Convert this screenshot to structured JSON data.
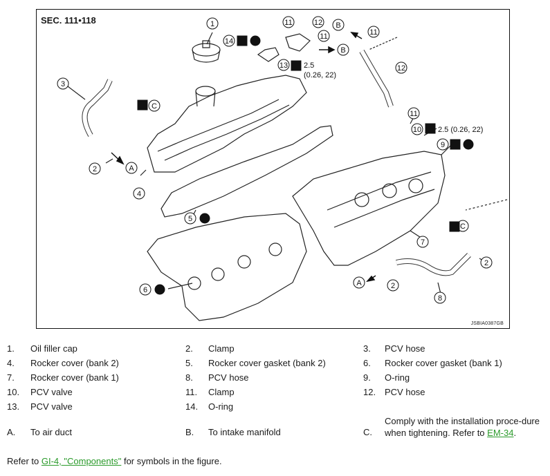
{
  "figure": {
    "section": "SEC. 111•118",
    "code": "JSBIA0387GB",
    "callouts": [
      "1",
      "2",
      "3",
      "4",
      "5",
      "6",
      "7",
      "8",
      "9",
      "10",
      "11",
      "12",
      "13",
      "14"
    ],
    "letters": [
      "A",
      "B",
      "C"
    ],
    "torque_1": "2.5",
    "torque_1_sub": "(0.26, 22)",
    "torque_2": "2.5 (0.26, 22)"
  },
  "legend": {
    "rows": [
      [
        {
          "n": "1.",
          "t": "Oil filler cap"
        },
        {
          "n": "2.",
          "t": "Clamp"
        },
        {
          "n": "3.",
          "t": "PCV hose"
        }
      ],
      [
        {
          "n": "4.",
          "t": "Rocker cover (bank 2)"
        },
        {
          "n": "5.",
          "t": "Rocker cover gasket (bank 2)"
        },
        {
          "n": "6.",
          "t": "Rocker cover gasket (bank 1)"
        }
      ],
      [
        {
          "n": "7.",
          "t": "Rocker cover (bank 1)"
        },
        {
          "n": "8.",
          "t": "PCV hose"
        },
        {
          "n": "9.",
          "t": "O-ring"
        }
      ],
      [
        {
          "n": "10.",
          "t": "PCV valve"
        },
        {
          "n": "11.",
          "t": "Clamp"
        },
        {
          "n": "12.",
          "t": "PCV hose"
        }
      ],
      [
        {
          "n": "13.",
          "t": "PCV valve"
        },
        {
          "n": "14.",
          "t": "O-ring"
        }
      ]
    ],
    "a_n": "A.",
    "a_t": "To air duct",
    "b_n": "B.",
    "b_t": "To intake manifold",
    "c_n": "C.",
    "c_t": "Comply with the installation proce-dure when tightening. Refer to",
    "c_link": "EM-34",
    "c_end": "."
  },
  "refer": {
    "prefix": "Refer to",
    "link": "GI-4, \"Components\"",
    "suffix": "for symbols in the figure."
  }
}
